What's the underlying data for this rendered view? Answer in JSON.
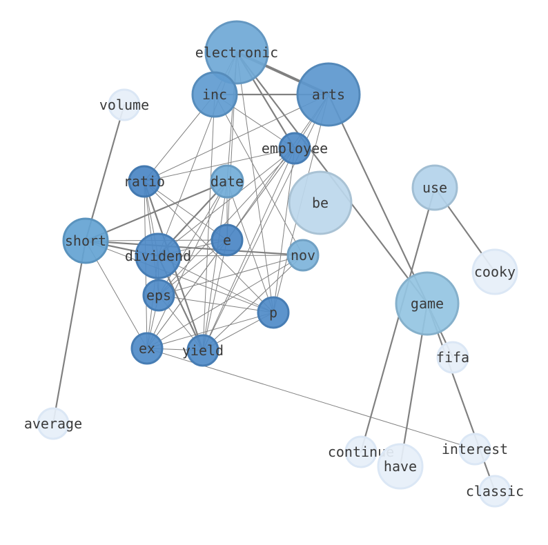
{
  "graph": {
    "nodes": [
      {
        "id": "electronic",
        "label": "electronic",
        "color": "#6fa8d6"
      },
      {
        "id": "inc",
        "label": "inc",
        "color": "#5f9bd0"
      },
      {
        "id": "arts",
        "label": "arts",
        "color": "#5c97ce"
      },
      {
        "id": "volume",
        "label": "volume",
        "color": "#e6eff9"
      },
      {
        "id": "employee",
        "label": "employee",
        "color": "#4f8bc8"
      },
      {
        "id": "ratio",
        "label": "ratio",
        "color": "#4a86c4"
      },
      {
        "id": "date",
        "label": "date",
        "color": "#72acd8"
      },
      {
        "id": "use",
        "label": "use",
        "color": "#b3d3ea"
      },
      {
        "id": "be",
        "label": "be",
        "color": "#bcd7ec"
      },
      {
        "id": "short",
        "label": "short",
        "color": "#64a3d3"
      },
      {
        "id": "e",
        "label": "e",
        "color": "#4a86c4"
      },
      {
        "id": "dividend",
        "label": "dividend",
        "color": "#4f8bc8"
      },
      {
        "id": "nov",
        "label": "nov",
        "color": "#7db3da"
      },
      {
        "id": "cooky",
        "label": "cooky",
        "color": "#e6eff9"
      },
      {
        "id": "eps",
        "label": "eps",
        "color": "#4f8bc8"
      },
      {
        "id": "game",
        "label": "game",
        "color": "#94c4e2"
      },
      {
        "id": "p",
        "label": "p",
        "color": "#4f8bc8"
      },
      {
        "id": "ex",
        "label": "ex",
        "color": "#4f8bc8"
      },
      {
        "id": "yield",
        "label": "yield",
        "color": "#4f8bc8"
      },
      {
        "id": "fifa",
        "label": "fifa",
        "color": "#e6eff9"
      },
      {
        "id": "average",
        "label": "average",
        "color": "#e6eff9"
      },
      {
        "id": "continue",
        "label": "continue",
        "color": "#e6eff9"
      },
      {
        "id": "interest",
        "label": "interest",
        "color": "#e6eff9"
      },
      {
        "id": "have",
        "label": "have",
        "color": "#e6eff9"
      },
      {
        "id": "classic",
        "label": "classic",
        "color": "#e6eff9"
      }
    ],
    "edges": [
      {
        "source": "electronic",
        "target": "arts",
        "weight": 4
      },
      {
        "source": "inc",
        "target": "arts",
        "weight": 2
      },
      {
        "source": "electronic",
        "target": "inc",
        "weight": 1
      },
      {
        "source": "electronic",
        "target": "employee",
        "weight": 2
      },
      {
        "source": "electronic",
        "target": "date",
        "weight": 1
      },
      {
        "source": "electronic",
        "target": "e",
        "weight": 1
      },
      {
        "source": "electronic",
        "target": "dividend",
        "weight": 1
      },
      {
        "source": "electronic",
        "target": "p",
        "weight": 1
      },
      {
        "source": "electronic",
        "target": "game",
        "weight": 2
      },
      {
        "source": "inc",
        "target": "employee",
        "weight": 1
      },
      {
        "source": "inc",
        "target": "ratio",
        "weight": 1
      },
      {
        "source": "inc",
        "target": "nov",
        "weight": 1
      },
      {
        "source": "inc",
        "target": "yield",
        "weight": 1
      },
      {
        "source": "arts",
        "target": "employee",
        "weight": 1
      },
      {
        "source": "arts",
        "target": "ratio",
        "weight": 1
      },
      {
        "source": "arts",
        "target": "e",
        "weight": 1
      },
      {
        "source": "arts",
        "target": "yield",
        "weight": 1
      },
      {
        "source": "arts",
        "target": "p",
        "weight": 1
      },
      {
        "source": "arts",
        "target": "fifa",
        "weight": 2
      },
      {
        "source": "employee",
        "target": "ratio",
        "weight": 1
      },
      {
        "source": "employee",
        "target": "e",
        "weight": 1
      },
      {
        "source": "employee",
        "target": "dividend",
        "weight": 1
      },
      {
        "source": "employee",
        "target": "eps",
        "weight": 1
      },
      {
        "source": "employee",
        "target": "ex",
        "weight": 1
      },
      {
        "source": "employee",
        "target": "yield",
        "weight": 1
      },
      {
        "source": "employee",
        "target": "p",
        "weight": 1
      },
      {
        "source": "date",
        "target": "short",
        "weight": 2
      },
      {
        "source": "date",
        "target": "dividend",
        "weight": 2
      },
      {
        "source": "date",
        "target": "eps",
        "weight": 1
      },
      {
        "source": "date",
        "target": "ex",
        "weight": 1
      },
      {
        "source": "date",
        "target": "yield",
        "weight": 1
      },
      {
        "source": "date",
        "target": "p",
        "weight": 1
      },
      {
        "source": "date",
        "target": "e",
        "weight": 1
      },
      {
        "source": "ratio",
        "target": "dividend",
        "weight": 1
      },
      {
        "source": "ratio",
        "target": "eps",
        "weight": 1
      },
      {
        "source": "ratio",
        "target": "ex",
        "weight": 1
      },
      {
        "source": "ratio",
        "target": "yield",
        "weight": 2
      },
      {
        "source": "ratio",
        "target": "p",
        "weight": 1
      },
      {
        "source": "ratio",
        "target": "e",
        "weight": 1
      },
      {
        "source": "short",
        "target": "dividend",
        "weight": 2
      },
      {
        "source": "short",
        "target": "nov",
        "weight": 2
      },
      {
        "source": "short",
        "target": "e",
        "weight": 1
      },
      {
        "source": "short",
        "target": "ex",
        "weight": 1
      },
      {
        "source": "short",
        "target": "average",
        "weight": 2
      },
      {
        "source": "short",
        "target": "volume",
        "weight": 2
      },
      {
        "source": "short",
        "target": "p",
        "weight": 1
      },
      {
        "source": "e",
        "target": "dividend",
        "weight": 1
      },
      {
        "source": "e",
        "target": "eps",
        "weight": 1
      },
      {
        "source": "e",
        "target": "ex",
        "weight": 1
      },
      {
        "source": "e",
        "target": "yield",
        "weight": 1
      },
      {
        "source": "dividend",
        "target": "nov",
        "weight": 1
      },
      {
        "source": "dividend",
        "target": "eps",
        "weight": 1
      },
      {
        "source": "dividend",
        "target": "ex",
        "weight": 1
      },
      {
        "source": "dividend",
        "target": "yield",
        "weight": 2
      },
      {
        "source": "dividend",
        "target": "p",
        "weight": 1
      },
      {
        "source": "eps",
        "target": "ex",
        "weight": 1
      },
      {
        "source": "eps",
        "target": "yield",
        "weight": 1
      },
      {
        "source": "eps",
        "target": "p",
        "weight": 1
      },
      {
        "source": "nov",
        "target": "eps",
        "weight": 1
      },
      {
        "source": "nov",
        "target": "ex",
        "weight": 1
      },
      {
        "source": "nov",
        "target": "yield",
        "weight": 1
      },
      {
        "source": "ex",
        "target": "yield",
        "weight": 1
      },
      {
        "source": "ex",
        "target": "p",
        "weight": 1
      },
      {
        "source": "ex",
        "target": "interest",
        "weight": 1
      },
      {
        "source": "yield",
        "target": "p",
        "weight": 1
      },
      {
        "source": "use",
        "target": "cooky",
        "weight": 2
      },
      {
        "source": "use",
        "target": "continue",
        "weight": 2
      },
      {
        "source": "game",
        "target": "have",
        "weight": 2
      },
      {
        "source": "game",
        "target": "classic",
        "weight": 2
      }
    ]
  }
}
